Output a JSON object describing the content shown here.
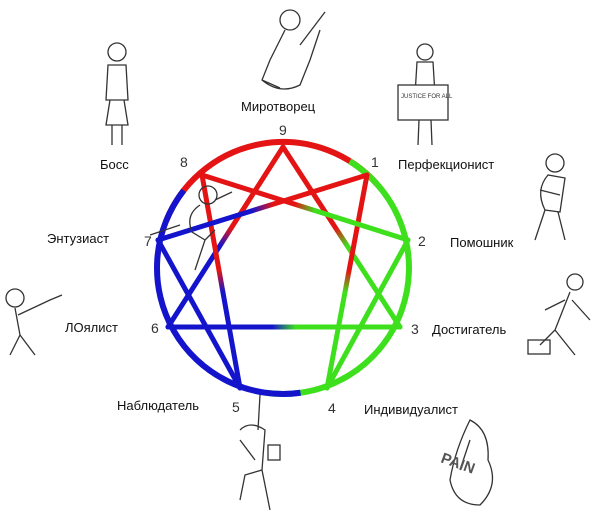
{
  "types": [
    {
      "number": "9",
      "name": "Миротворец"
    },
    {
      "number": "1",
      "name": "Перфекционист"
    },
    {
      "number": "2",
      "name": "Помошник"
    },
    {
      "number": "3",
      "name": "Достигатель"
    },
    {
      "number": "4",
      "name": "Индивидуалист"
    },
    {
      "number": "5",
      "name": "Наблюдатель"
    },
    {
      "number": "6",
      "name": "ЛОялист"
    },
    {
      "number": "7",
      "name": "Энтузиаст"
    },
    {
      "number": "8",
      "name": "Босс"
    }
  ],
  "drawings": {
    "sign_text": "JUSTICE FOR ALL",
    "pain_text": "PAIN"
  },
  "colors": {
    "red": "#e41414",
    "green": "#3ee01e",
    "blue": "#1414cc"
  }
}
